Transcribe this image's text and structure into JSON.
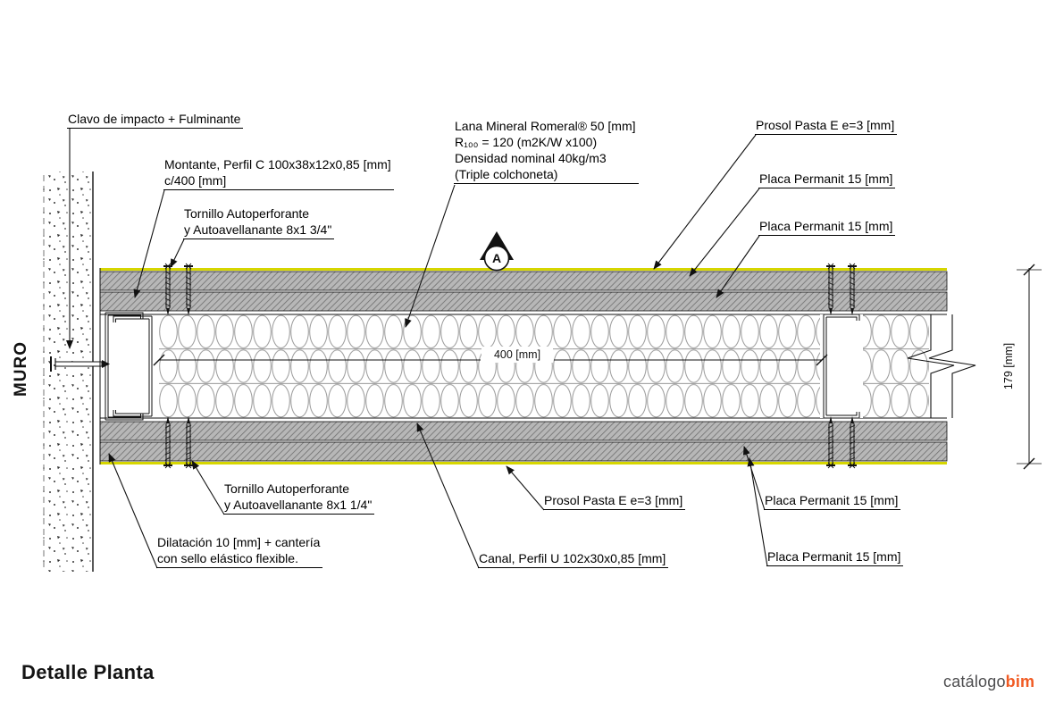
{
  "title": "Detalle Planta",
  "logo": {
    "part1": "catálogo",
    "part2": "bim"
  },
  "colors": {
    "prosol_yellow": "#d6d600",
    "board_gray": "#b7b7b7",
    "logo_orange": "#f15a22",
    "line_black": "#111111"
  },
  "drawing": {
    "muro_label": "MURO",
    "section_marker": "A",
    "dim_horizontal": "400 [mm]",
    "dim_vertical": "179 [mm]"
  },
  "labels": {
    "clavo": "Clavo de impacto + Fulminante",
    "montante_line1": "Montante, Perfil C 100x38x12x0,85 [mm]",
    "montante_line2": "c/400 [mm]",
    "tornillo_top_line1": "Tornillo Autoperforante",
    "tornillo_top_line2": "y Autoavellanante 8x1 3/4\"",
    "lana_line1": "Lana Mineral Romeral® 50 [mm]",
    "lana_line2": "R₁₀₀ = 120 (m2K/W x100)",
    "lana_line3": "Densidad nominal 40kg/m3",
    "lana_line4": "(Triple colchoneta)",
    "prosol_top": "Prosol Pasta E e=3 [mm]",
    "placa_top_1": "Placa Permanit 15 [mm]",
    "placa_top_2": "Placa Permanit 15 [mm]",
    "tornillo_bottom_line1": "Tornillo Autoperforante",
    "tornillo_bottom_line2": "y Autoavellanante 8x1 1/4\"",
    "dilatacion_line1": "Dilatación 10 [mm] + cantería",
    "dilatacion_line2": "con sello elástico flexible.",
    "canal": "Canal, Perfil U 102x30x0,85 [mm]",
    "prosol_bottom": "Prosol Pasta E e=3 [mm]",
    "placa_bottom_1": "Placa Permanit 15 [mm]",
    "placa_bottom_2": "Placa Permanit 15 [mm]"
  }
}
